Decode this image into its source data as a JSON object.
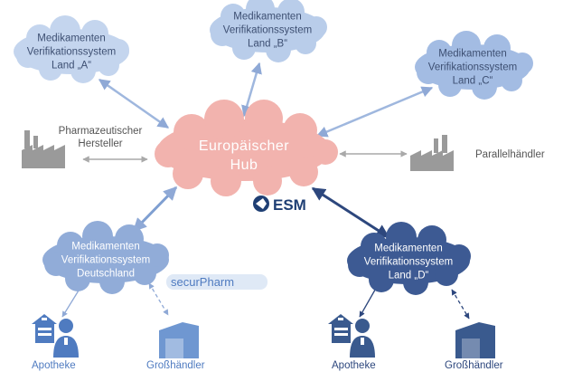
{
  "hub": {
    "line1": "Europäischer",
    "line2": "Hub"
  },
  "systems": {
    "land_a": "Medikamenten\nVerifikationssystem\nLand „A“",
    "land_b": "Medikamenten\nVerifikationssystem\nLand „B“",
    "land_c": "Medikamenten\nVerifikationssystem\nLand „C“",
    "deutschland": "Medikamenten\nVerifikationssystem\nDeutschland",
    "land_d": "Medikamenten\nVerifikationssystem\nLand „D“"
  },
  "actors": {
    "hersteller": "Pharmazeutischer\nHersteller",
    "parallelhaendler": "Parallelhändler",
    "apotheke_de": "Apotheke",
    "grosshaendler_de": "Großhändler",
    "apotheke_d": "Apotheke",
    "grosshaendler_d": "Großhändler"
  },
  "logos": {
    "esm": "ESM",
    "securpharm": "securPharm"
  },
  "colors": {
    "hub": "#f2b3ae",
    "cloud_light": "#bdd0ea",
    "cloud_mid": "#9fb7de",
    "cloud_de": "#8ea9d7",
    "cloud_d": "#3d5a93",
    "arrow_light": "#9fb7de",
    "arrow_dark": "#2d477d",
    "grey": "#9e9e9e",
    "icon_blue": "#4f7bc0",
    "icon_dark": "#3a5a8e"
  }
}
